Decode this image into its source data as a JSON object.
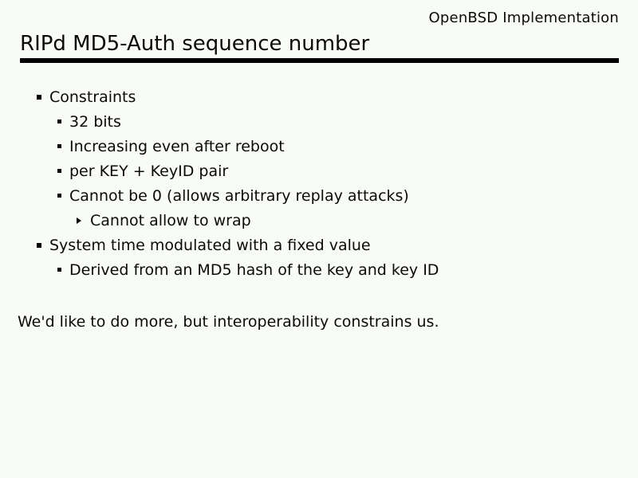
{
  "page": {
    "background_color": "#f9fcf6",
    "text_color": "#0a0a0a",
    "rule_color": "#000000"
  },
  "header": {
    "corner_label": "OpenBSD Implementation",
    "title": "RIPd MD5-Auth sequence number"
  },
  "bullets": [
    {
      "level": 1,
      "text": "Constraints"
    },
    {
      "level": 2,
      "text": "32 bits"
    },
    {
      "level": 2,
      "text": "Increasing even after reboot"
    },
    {
      "level": 2,
      "text": "per KEY + KeyID pair"
    },
    {
      "level": 2,
      "text": "Cannot be 0 (allows arbitrary replay attacks)"
    },
    {
      "level": 3,
      "text": "Cannot allow to wrap"
    },
    {
      "level": 1,
      "text": "System time modulated with a fixed value"
    },
    {
      "level": 2,
      "text": "Derived from an MD5 hash of the key and key ID"
    }
  ],
  "footer": {
    "note": "We'd like to do more, but interoperability constrains us."
  }
}
